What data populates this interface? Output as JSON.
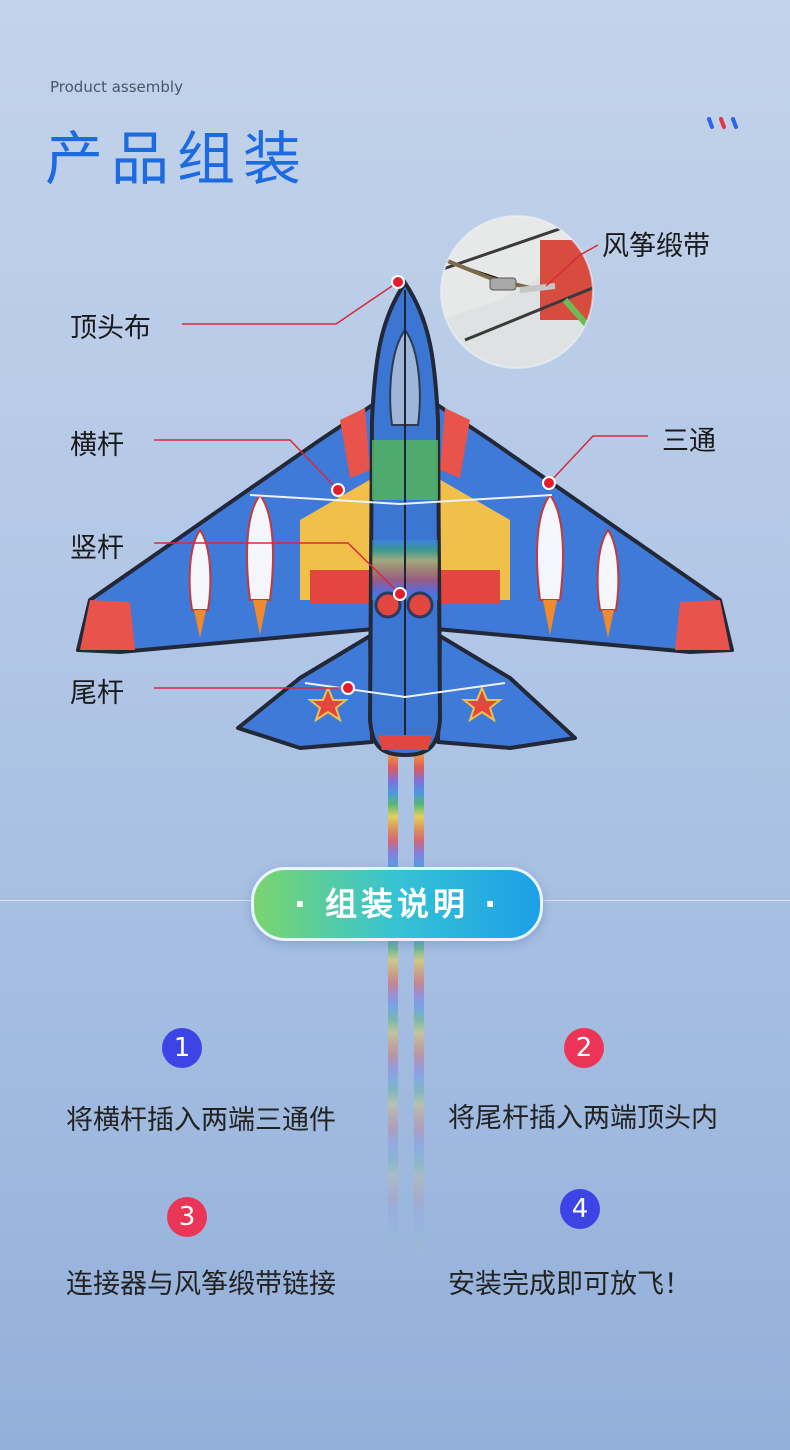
{
  "header": {
    "eyebrow": "Product assembly",
    "title": "产品组装"
  },
  "callouts": {
    "top_cloth": "顶头布",
    "cross_rod": "横杆",
    "vertical_rod": "竖杆",
    "tail_rod": "尾杆",
    "kite_ribbon": "风筝缎带",
    "tee_joint": "三通"
  },
  "badge": {
    "label": "· 组装说明 ·"
  },
  "steps": [
    {
      "number": "1",
      "text": "将横杆插入两端三通件",
      "color": "#3c44e6"
    },
    {
      "number": "2",
      "text": "将尾杆插入两端顶头内",
      "color": "#ea3556"
    },
    {
      "number": "3",
      "text": "连接器与风筝缎带链接",
      "color": "#ea3556"
    },
    {
      "number": "4",
      "text": "安装完成即可放飞！",
      "color": "#3c44e6"
    }
  ],
  "colors": {
    "accent": "#1d6be0",
    "leader": "#d62a3a"
  }
}
